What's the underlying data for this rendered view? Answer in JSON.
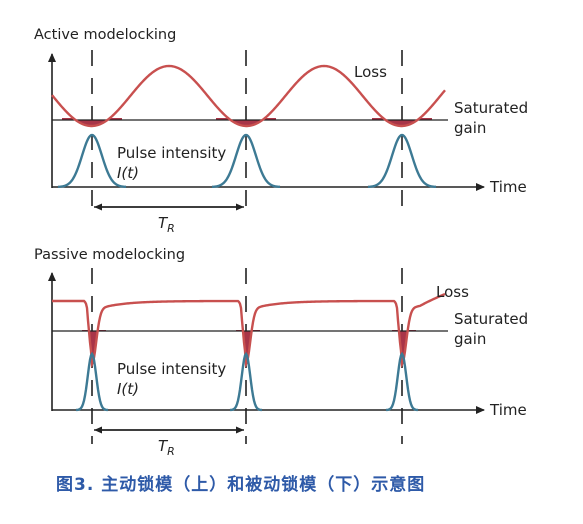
{
  "figure": {
    "active": {
      "title": "Active modelocking",
      "loss_label": "Loss",
      "gain_label_line1": "Saturated",
      "gain_label_line2": "gain",
      "pulse_label_line1": "Pulse intensity",
      "pulse_label_line2": "I(t)",
      "time_label": "Time",
      "period_label": "T",
      "period_sub": "R"
    },
    "passive": {
      "title": "Passive modelocking",
      "loss_label": "Loss",
      "gain_label_line1": "Saturated",
      "gain_label_line2": "gain",
      "pulse_label_line1": "Pulse intensity",
      "pulse_label_line2": "I(t)",
      "time_label": "Time",
      "period_label": "T",
      "period_sub": "R"
    },
    "caption": "图3. 主动锁模（上）和被动锁模（下）示意图",
    "colors": {
      "loss": "#c8504f",
      "pulse": "#3d7a94",
      "net_gain": "#a83548",
      "caption": "#2e5aa8"
    }
  }
}
